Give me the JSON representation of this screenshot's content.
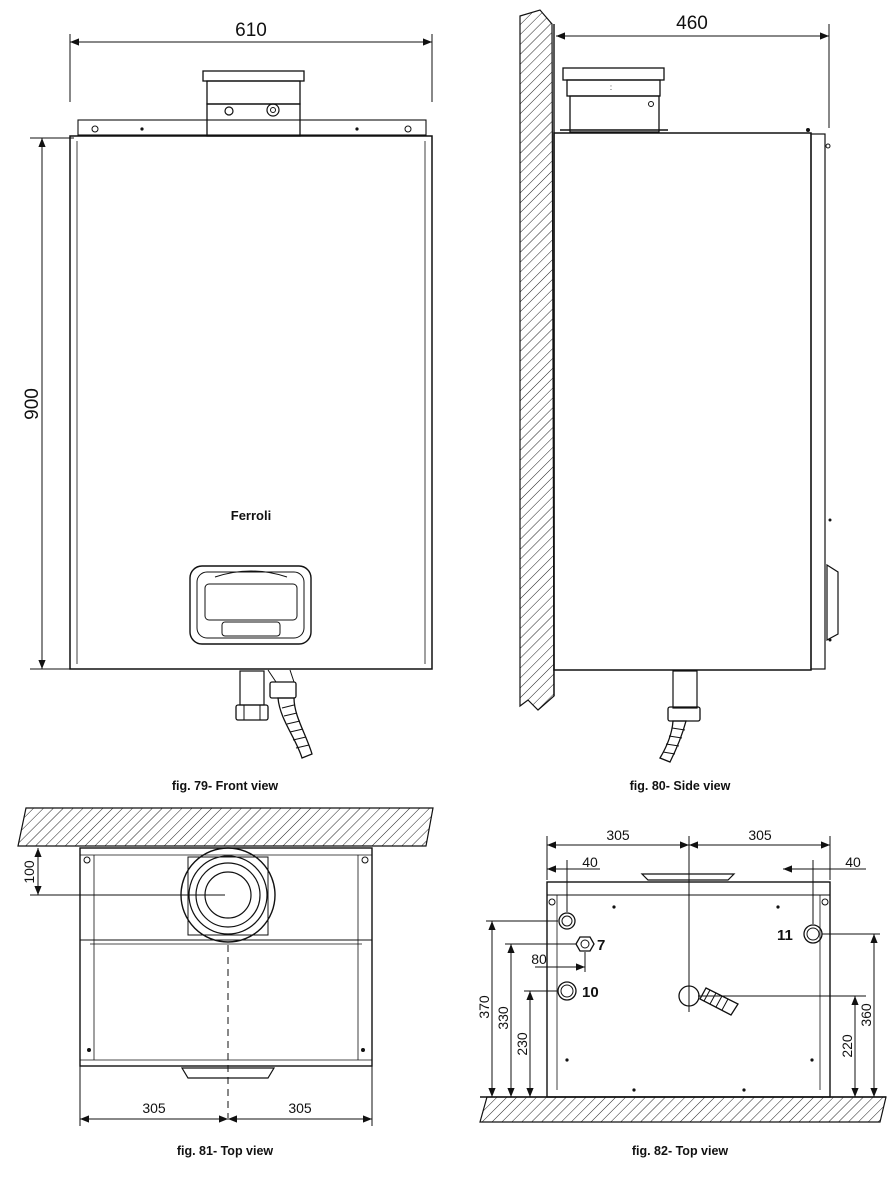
{
  "figures": {
    "front": {
      "caption": "fig. 79- Front view",
      "width_dim": "610",
      "height_dim": "900",
      "logo": "Ferroli"
    },
    "side": {
      "caption": "fig. 80- Side view",
      "depth_dim": "460"
    },
    "top": {
      "caption": "fig. 81- Top view",
      "wall_dim": "100",
      "left_dim": "305",
      "right_dim": "305"
    },
    "bottom": {
      "caption": "fig. 82- Top view",
      "left_dim": "305",
      "right_dim": "305",
      "left_offset": "40",
      "right_offset": "40",
      "dim_80": "80",
      "dim_370": "370",
      "dim_330": "330",
      "dim_230": "230",
      "dim_220": "220",
      "dim_360": "360",
      "label_7": "7",
      "label_10": "10",
      "label_11": "11"
    }
  }
}
